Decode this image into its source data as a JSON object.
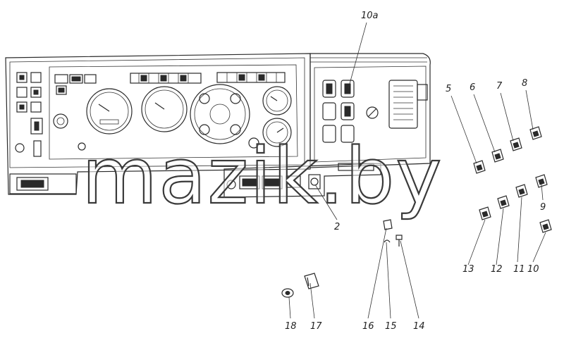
{
  "labels": {
    "l10a": "10a",
    "l2": "2",
    "l5": "5",
    "l6": "6",
    "l7": "7",
    "l8": "8",
    "l9": "9",
    "l10": "10",
    "l11": "11",
    "l12": "12",
    "l13": "13",
    "l14": "14",
    "l15": "15",
    "l16": "16",
    "l17": "17",
    "l18": "18"
  },
  "watermark": {
    "text": "mazik.by"
  },
  "colors": {
    "ink": "#2a2a2a",
    "background": "#ffffff"
  }
}
